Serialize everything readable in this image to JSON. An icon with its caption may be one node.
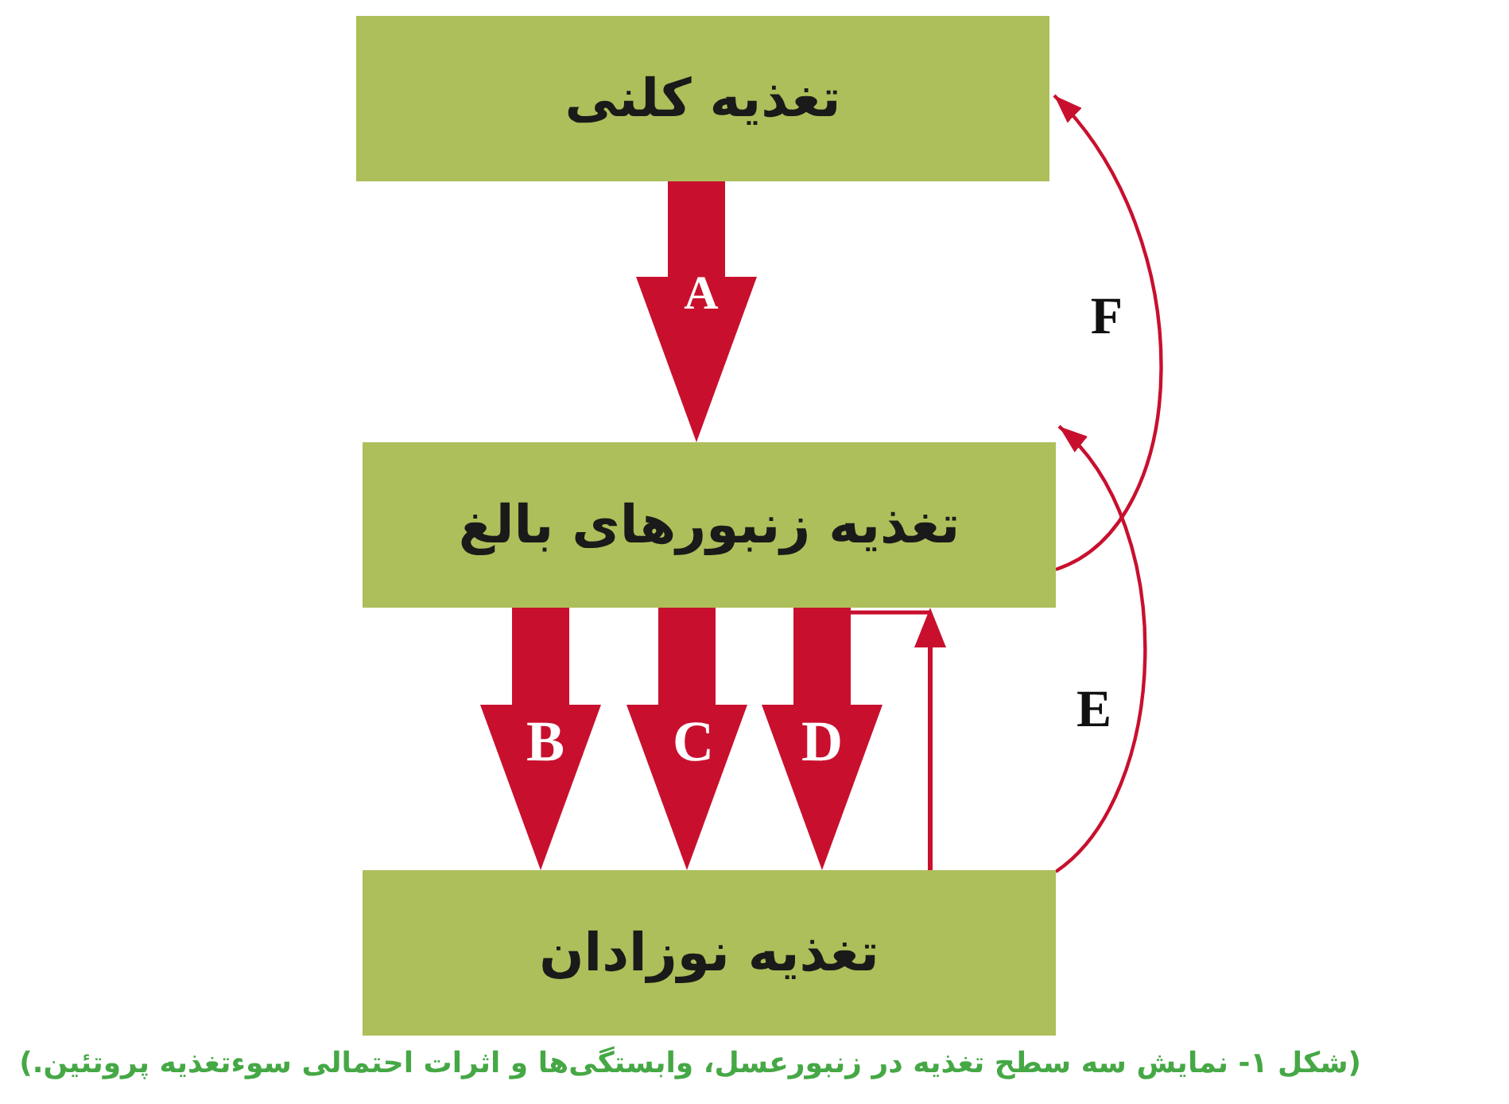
{
  "diagram": {
    "caption": "(شکل ۱- نمایش سه سطح تغذیه در زنبورعسل، وابستگی‌ها و اثرات احتمالی سوءتغذیه پروتئین.)",
    "nodes": [
      {
        "text": [
          "تغذیه کلنی"
        ]
      },
      {
        "text": [
          "تغذیه زنبورهای بالغ"
        ]
      },
      {
        "text": [
          "تغذیه نوزادان"
        ]
      }
    ],
    "edges": [
      {
        "from": 0,
        "to": 1,
        "arrow": "to",
        "label": "A"
      },
      {
        "from": 1,
        "to": 2,
        "arrow": "to",
        "label": "B"
      },
      {
        "from": 1,
        "to": 2,
        "arrow": "to",
        "label": "C"
      },
      {
        "from": 1,
        "to": 2,
        "arrow": "to",
        "label": "D"
      },
      {
        "from": 2,
        "to": 1,
        "arrow": "to"
      },
      {
        "from": 2,
        "to": 1,
        "arrow": "to",
        "label": "E"
      },
      {
        "from": 1,
        "to": 0,
        "arrow": "to",
        "label": "F"
      }
    ]
  }
}
